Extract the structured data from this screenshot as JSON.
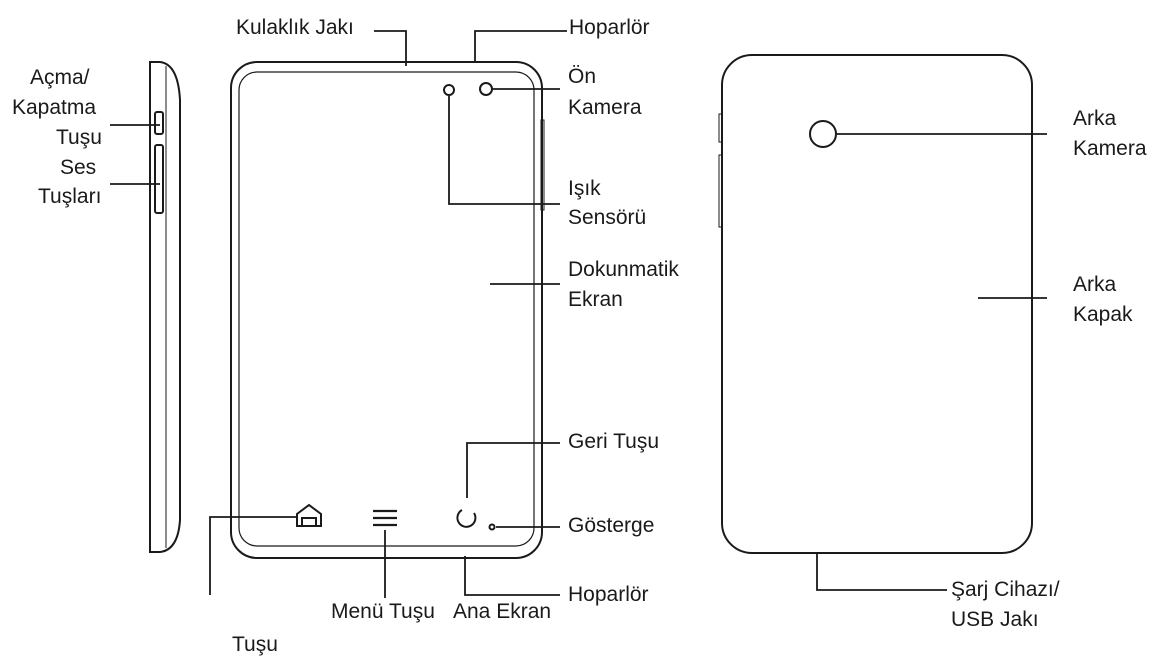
{
  "labels": {
    "headphone_jack": "Kulaklık Jakı",
    "speaker_top": "Hoparlör",
    "power_key": [
      "Açma/",
      "Kapatma",
      "Tuşu"
    ],
    "volume_keys": [
      "Ses",
      "Tuşları"
    ],
    "front_camera": [
      "Ön",
      "Kamera"
    ],
    "light_sensor": [
      "Işık",
      "Sensörü"
    ],
    "touch_screen": [
      "Dokunmatik",
      "Ekran"
    ],
    "back_key": "Geri Tuşu",
    "indicator": "Gösterge",
    "speaker_bottom": "Hoparlör",
    "menu_key": "Menü Tuşu",
    "home_key_line1": "Ana Ekran",
    "home_key_line2": "Tuşu",
    "rear_camera": [
      "Arka",
      "Kamera"
    ],
    "back_cover": [
      "Arka",
      "Kapak"
    ],
    "charger_usb": [
      "Şarj Cihazı/",
      "USB Jakı"
    ]
  },
  "icons": [
    "home-icon",
    "menu-icon",
    "back-icon"
  ],
  "colors": {
    "line": "#1a1a1a",
    "background": "#ffffff"
  }
}
